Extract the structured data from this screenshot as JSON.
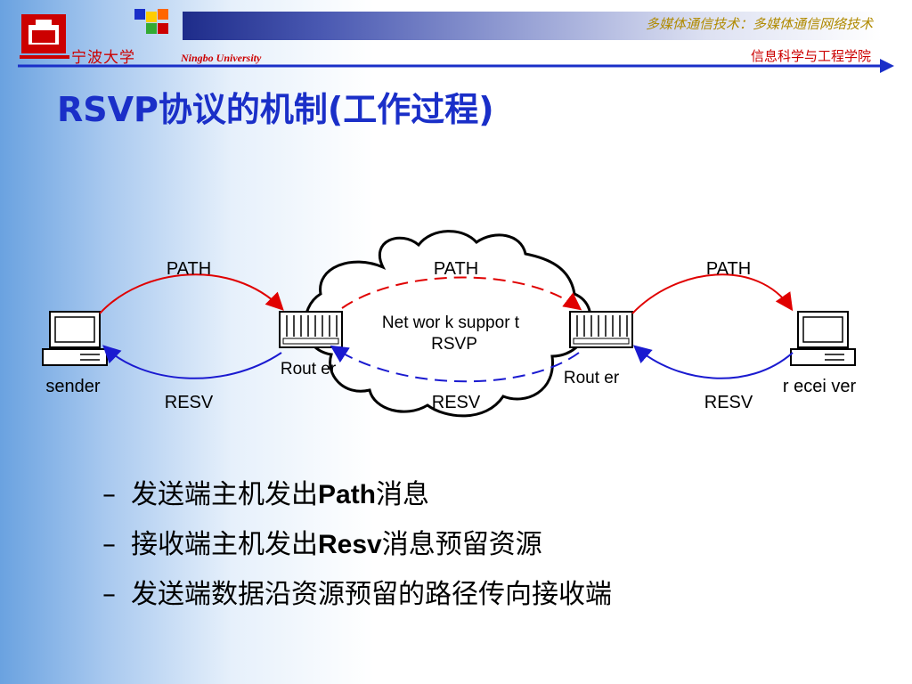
{
  "header": {
    "university_cn": "宁波大学",
    "university_en": "Ningbo University",
    "course": "多媒体通信技术：多媒体通信网络技术",
    "school": "信息科学与工程学院"
  },
  "title": "RSVP协议的机制(工作过程)",
  "diagram": {
    "sender_label": "sender",
    "receiver_label": "r ecei ver",
    "router_left_label": "Rout er",
    "router_right_label": "Rout er",
    "network_label_line1": "Net wor k  suppor t",
    "network_label_line2": "RSVP",
    "path_labels": [
      "PATH",
      "PATH",
      "PATH"
    ],
    "resv_labels": [
      "RESV",
      "RESV",
      "RESV"
    ],
    "colors": {
      "path": "#e00000",
      "resv": "#1a1ad0",
      "cloud": "#000000"
    }
  },
  "bullets": [
    {
      "dash": "–",
      "pre": "发送端主机发出",
      "bold": "Path",
      "post": "消息"
    },
    {
      "dash": "–",
      "pre": "接收端主机发出",
      "bold": "Resv",
      "post": "消息预留资源"
    },
    {
      "dash": "–",
      "pre": "发送端数据沿资源预留的路径传向接收端",
      "bold": "",
      "post": ""
    }
  ]
}
